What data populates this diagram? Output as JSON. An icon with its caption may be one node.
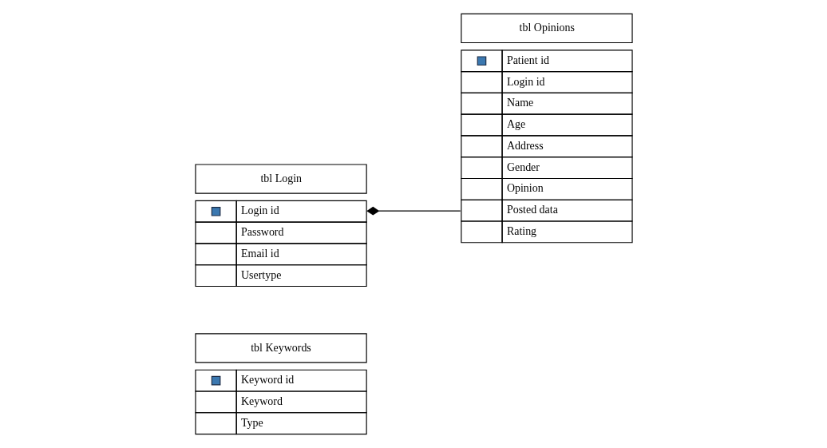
{
  "diagram": {
    "nodes": [
      {
        "text": [
          "tbl Keywords",
          "Keyword id",
          "Keyword",
          "Type"
        ]
      },
      {
        "text": [
          "tbl Login",
          "Login id",
          "Password",
          "Email id",
          "Usertype"
        ]
      },
      {
        "text": [
          "tbl Opinions",
          "Patient id",
          "Login id",
          "Name",
          "Age",
          "Address",
          "Gender",
          "Opinion",
          "Posted data",
          "Rating"
        ]
      }
    ],
    "edges": [
      {
        "from": 1,
        "to": 2,
        "arrow": "other"
      }
    ]
  }
}
